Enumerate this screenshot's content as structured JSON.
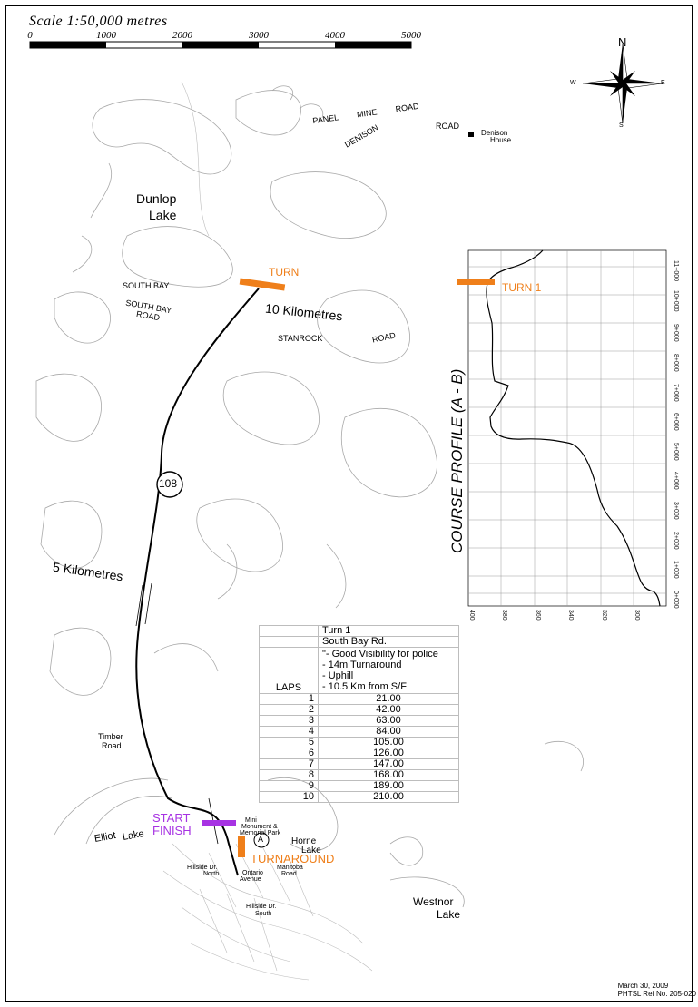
{
  "scale": {
    "title": "Scale 1:50,000 metres",
    "ticks": [
      "0",
      "1000",
      "2000",
      "3000",
      "4000",
      "5000"
    ]
  },
  "compass": {
    "n": "N",
    "s": "S",
    "e": "E",
    "w": "W"
  },
  "labels": {
    "panel": "PANEL",
    "mine": "MINE",
    "panel_road": "ROAD",
    "denison": "DENISON",
    "denison_road": "ROAD",
    "denison_house_1": "Denison",
    "denison_house_2": "House",
    "dunlop_1": "Dunlop",
    "dunlop_2": "Lake",
    "turn": "TURN",
    "south_bay": "SOUTH BAY",
    "south_bay_road_1": "SOUTH BAY",
    "south_bay_road_2": "ROAD",
    "ten_km": "10 Kilometres",
    "stanrock": "STANROCK",
    "stanrock_road": "ROAD",
    "highway": "108",
    "five_km": "5 Kilometres",
    "timber_1": "Timber",
    "timber_2": "Road",
    "start": "START",
    "finish": "FINISH",
    "elliot_1": "Elliot",
    "elliot_2": "Lake",
    "mini_1": "Mini",
    "mini_2": "Monument &",
    "mini_3": "Memorial Park",
    "point_a": "A",
    "horne_1": "Horne",
    "horne_2": "Lake",
    "turnaround": "TURNAROUND",
    "hillside_north_1": "Hillside Dr.",
    "hillside_north_2": "North",
    "ontario_1": "Ontario",
    "ontario_2": "Avenue",
    "manitoba_1": "Manitoba",
    "manitoba_2": "Road",
    "westnor_1": "Westnor",
    "westnor_2": "Lake",
    "hillside_south_1": "Hillside Dr.",
    "hillside_south_2": "South"
  },
  "profile": {
    "title": "COURSE PROFILE (A - B)",
    "turn_label": "TURN 1",
    "km_ticks": [
      "0+000",
      "1+000",
      "2+000",
      "3+000",
      "4+000",
      "5+000",
      "6+000",
      "7+000",
      "8+000",
      "9+000",
      "10+000",
      "11+000"
    ],
    "elev_ticks": [
      "400",
      "380",
      "360",
      "340",
      "320",
      "300"
    ]
  },
  "table": {
    "header": [
      "Turn 1",
      "South Bay Rd."
    ],
    "notes": [
      "\"- Good Visibility for police",
      "- 14m Turnaround",
      "- Uphill",
      "- 10.5 Km from S/F"
    ],
    "laps_label": "LAPS",
    "rows": [
      {
        "lap": "1",
        "km": "21.00"
      },
      {
        "lap": "2",
        "km": "42.00"
      },
      {
        "lap": "3",
        "km": "63.00"
      },
      {
        "lap": "4",
        "km": "84.00"
      },
      {
        "lap": "5",
        "km": "105.00"
      },
      {
        "lap": "6",
        "km": "126.00"
      },
      {
        "lap": "7",
        "km": "147.00"
      },
      {
        "lap": "8",
        "km": "168.00"
      },
      {
        "lap": "9",
        "km": "189.00"
      },
      {
        "lap": "10",
        "km": "210.00"
      }
    ]
  },
  "footer": {
    "date": "March 30, 2009",
    "ref": "PHTSL Ref No. 205-020"
  },
  "colors": {
    "orange": "#ef7f1a",
    "purple": "#a733e3",
    "route": "#000000",
    "lakes": "#9a9a9a"
  }
}
